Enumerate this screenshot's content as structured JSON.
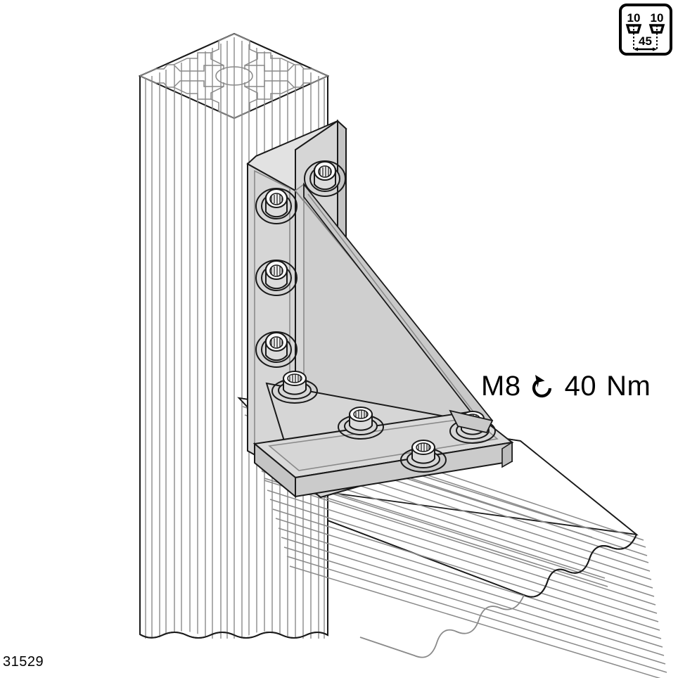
{
  "document": {
    "part_number": "31529",
    "type": "assembly-instruction-illustration"
  },
  "torque_spec": {
    "thread": "M8",
    "symbol": "torque-arrow-icon",
    "value": "40",
    "unit": "Nm",
    "full_text": "M8 ↺ 40 Nm"
  },
  "slot_badge": {
    "left_slot_size": "10",
    "right_slot_size": "10",
    "spacing": "45",
    "symbol_left": "t-slot-icon",
    "symbol_right": "t-slot-icon"
  },
  "assembly": {
    "bracket": {
      "name": "corner-gusset-bracket",
      "vertical_arm_bolts": 4,
      "horizontal_arm_bolts": 4,
      "total_bolts": 8,
      "fastener_type": "socket-head-cap-screw"
    },
    "profiles": [
      {
        "name": "vertical-profile",
        "orientation": "vertical",
        "slots": 4
      },
      {
        "name": "horizontal-profile",
        "orientation": "horizontal-right"
      }
    ]
  },
  "colors": {
    "outline": "#1a1a1a",
    "thin_line": "#8a8a8a",
    "bracket_face": "#d6d6d6",
    "bracket_face_dark": "#c4c4c4",
    "bracket_face_light": "#e2e2e2",
    "metal_light": "#ffffff",
    "background": "#ffffff",
    "text": "#000000"
  }
}
